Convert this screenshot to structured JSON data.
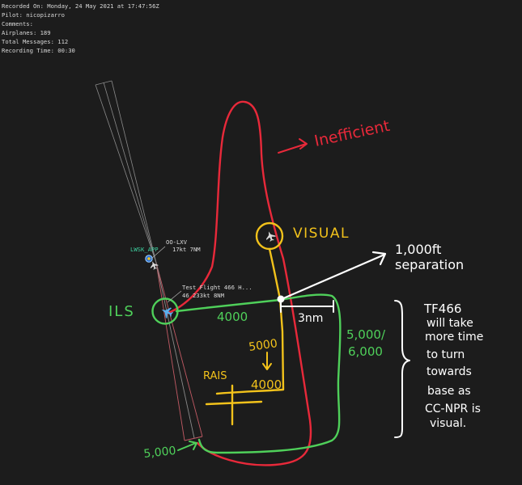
{
  "info_panel": {
    "recorded_on": "Recorded On: Monday, 24 May 2021 at 17:47:56Z",
    "pilot": "Pilot: nicopizarro",
    "comments": "Comments:",
    "airplanes": "Airplanes: 189",
    "total_messages": "Total Messages: 112",
    "recording_time": "Recording Time: 00:30"
  },
  "aircraft": [
    {
      "callsign": "OO-LXV",
      "station": "LWSK_APP",
      "detail": "17kt 7NM"
    },
    {
      "callsign": "Test Flight 466 H...",
      "detail": "46 233kt 8NM"
    }
  ],
  "annotations": {
    "inefficient": "Inefficient",
    "visual": "VISUAL",
    "separation_line1": "1,000ft",
    "separation_line2": "separation",
    "ils": "ILS",
    "alt_4000_green": "4000",
    "dist_3nm": "3nm",
    "alt_5000_6000_line1": "5,000/",
    "alt_5000_6000_line2": "6,000",
    "alt_5000_yellow": "5000",
    "alt_4000_yellow": "4000",
    "rais": "RAIS",
    "alt_5000_green": "5,000",
    "note_lines": [
      "TF466",
      "will take",
      "more time",
      "to turn",
      "towards",
      "base as",
      "CC-NPR is",
      "visual."
    ]
  },
  "colors": {
    "background": "#1c1c1c",
    "red": "#e8293a",
    "green": "#4fd05a",
    "yellow": "#f2c21b",
    "white": "#ffffff",
    "label": "#dcdcdc"
  }
}
